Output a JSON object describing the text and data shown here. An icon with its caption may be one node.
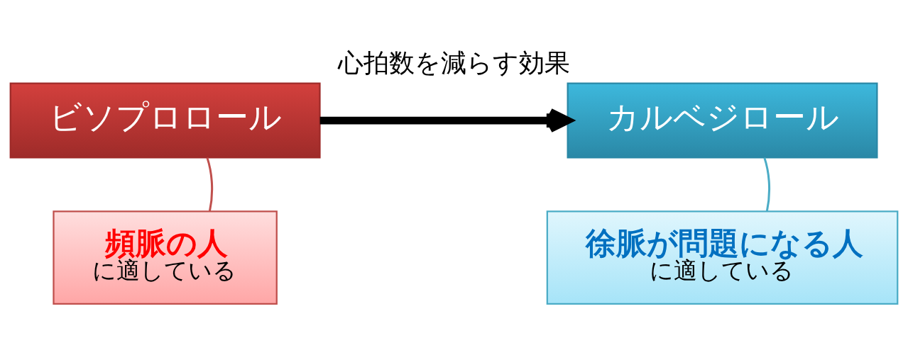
{
  "diagram": {
    "title": "心拍数を減らす効果",
    "nodes": [
      {
        "text": [
          "ビソプロロール"
        ]
      },
      {
        "text": [
          "カルベジロール"
        ]
      },
      {
        "text": [
          "頻脈の人",
          "に適している"
        ]
      },
      {
        "text": [
          "徐脈が問題になる人",
          "に適している"
        ]
      }
    ],
    "edges": [
      {
        "from": 0,
        "to": 1,
        "arrow": "to",
        "style": "thick"
      },
      {
        "from": 2,
        "to": 0,
        "arrow": "none",
        "color": "#c0504d"
      },
      {
        "from": 3,
        "to": 1,
        "arrow": "none",
        "color": "#4bacc6"
      }
    ]
  }
}
